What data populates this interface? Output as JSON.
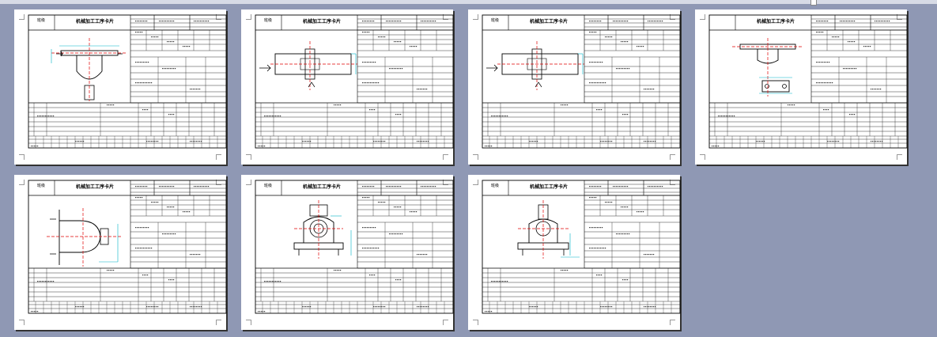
{
  "app": {
    "view": "multi-page print preview"
  },
  "pages": [
    {
      "id": 1,
      "unit": "班级",
      "title": "机械加工工序卡片",
      "drawing": "tee-top"
    },
    {
      "id": 2,
      "unit": "班级",
      "title": "机械加工工序卡片",
      "drawing": "shaft-side"
    },
    {
      "id": 3,
      "unit": "班级",
      "title": "机械加工工序卡片",
      "drawing": "shaft-side"
    },
    {
      "id": 4,
      "unit": "",
      "title": "机械加工工序卡片",
      "drawing": "tee-plan"
    },
    {
      "id": 5,
      "unit": "班级",
      "title": "机械加工工序卡片",
      "drawing": "tee-front"
    },
    {
      "id": 6,
      "unit": "班级",
      "title": "机械加工工序卡片",
      "drawing": "bearing-block"
    },
    {
      "id": 7,
      "unit": "班级",
      "title": "机械加工工序卡片",
      "drawing": "bearing-block-2"
    }
  ],
  "colors": {
    "workspace": "#8f98b4",
    "paper": "#ffffff",
    "ink": "#000000",
    "centerline": "#e00000",
    "dimension": "#00b4c8"
  }
}
